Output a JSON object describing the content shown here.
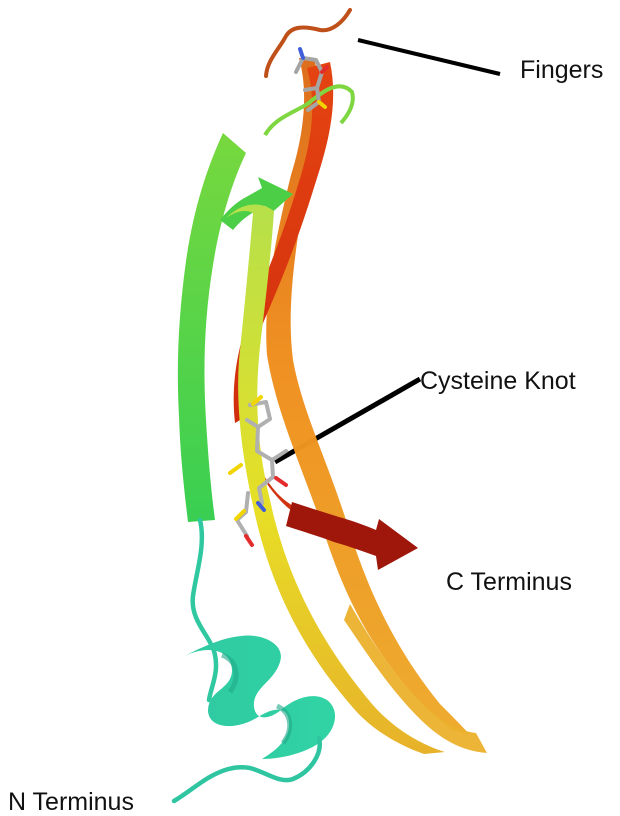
{
  "labels": {
    "fingers": "Fingers",
    "cysteine_knot": "Cysteine Knot",
    "c_terminus": "C Terminus",
    "n_terminus": "N Terminus"
  },
  "colors": {
    "n_terminal_cyan": "#2cc9a8",
    "helix_teal": "#33d29f",
    "green_strand": "#63d64a",
    "yellow_strand": "#d8d82a",
    "gold_strand": "#e6a626",
    "orange_strand": "#ea7a1a",
    "red_strand": "#d4310f",
    "dark_red_arrow": "#a41709",
    "leader_line": "#000000"
  }
}
